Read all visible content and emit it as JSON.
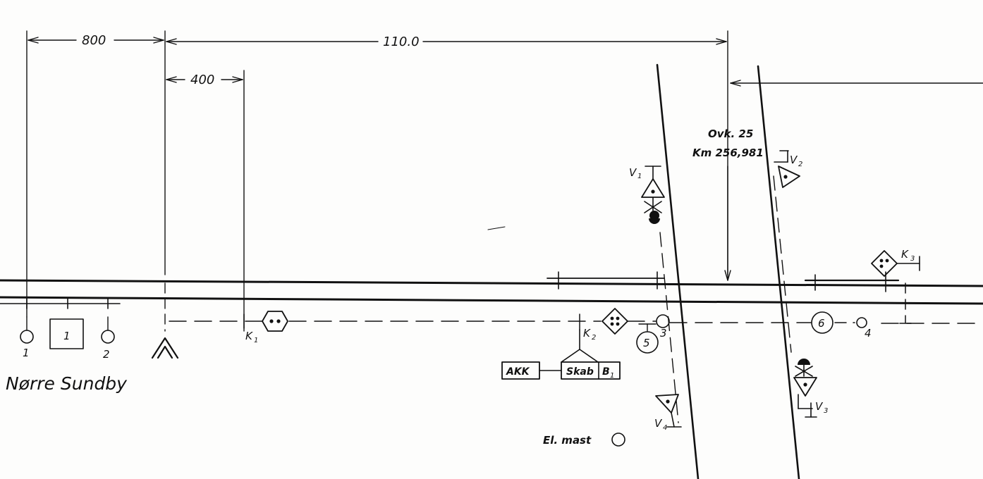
{
  "dimensions": {
    "d1": "800",
    "d2": "110.0",
    "d3": "400"
  },
  "crossing": {
    "line1": "Ovk. 25",
    "line2": "Km 256,981"
  },
  "station": {
    "name": "Nørre Sundby",
    "box_label": "1",
    "left_label": "1",
    "right_label": "2"
  },
  "signals": {
    "v1": {
      "letter": "V",
      "index": "1"
    },
    "v2": {
      "letter": "V",
      "index": "2"
    },
    "v3": {
      "letter": "V",
      "index": "3"
    },
    "v4": {
      "letter": "V",
      "index": "4"
    },
    "k1": {
      "letter": "K",
      "index": "1"
    },
    "k2": {
      "letter": "K",
      "index": "2"
    },
    "k3": {
      "letter": "K",
      "index": "3"
    }
  },
  "points": {
    "p3": "3",
    "p4": "4",
    "p5": "5",
    "p6": "6"
  },
  "cabinets": {
    "akk": "AKK",
    "skab": "Skab",
    "b": "B",
    "b_index": "1"
  },
  "legend": {
    "el_mast": "El. mast"
  }
}
